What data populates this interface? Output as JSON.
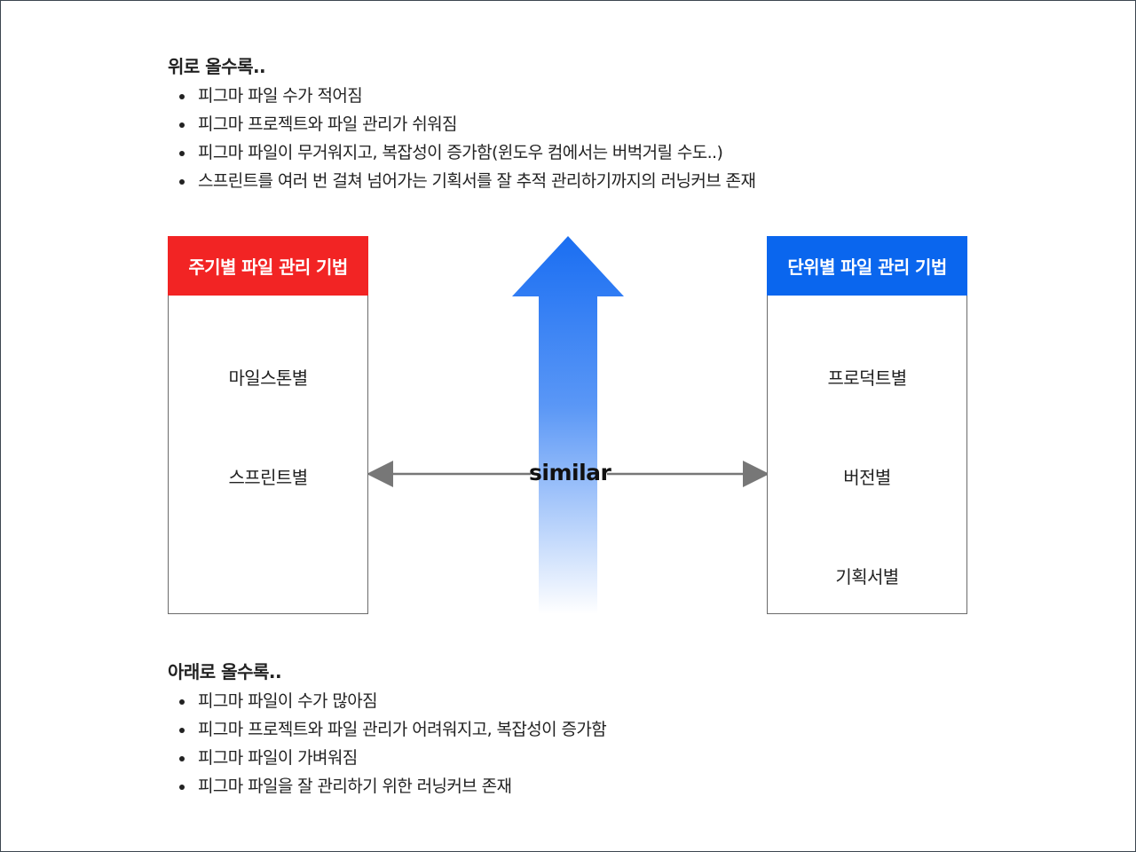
{
  "top_notes": {
    "heading": "위로 올수록..",
    "items": [
      "피그마 파일 수가 적어짐",
      "피그마 프로젝트와 파일 관리가 쉬워짐",
      "피그마 파일이 무거워지고, 복잡성이 증가함(윈도우 컴에서는 버벅거릴 수도..)",
      "스프린트를 여러 번 걸쳐 넘어가는 기획서를 잘 추적 관리하기까지의 러닝커브 존재"
    ]
  },
  "left_box": {
    "title": "주기별 파일 관리 기법",
    "header_color": "#f22424",
    "items": [
      "마일스톤별",
      "스프린트별"
    ]
  },
  "right_box": {
    "title": "단위별 파일 관리 기법",
    "header_color": "#0a66ee",
    "items": [
      "프로덕트별",
      "버전별",
      "기획서별"
    ]
  },
  "center": {
    "relation_label": "similar",
    "arrow_color_top": "#1a6ef2",
    "arrow_color_bottom": "#ffffff",
    "connector_color": "#777777"
  },
  "bottom_notes": {
    "heading": "아래로 올수록..",
    "items": [
      "피그마 파일이 수가 많아짐",
      "피그마 프로젝트와 파일 관리가 어려워지고, 복잡성이 증가함",
      "피그마 파일이 가벼워짐",
      "피그마 파일을 잘 관리하기 위한 러닝커브 존재"
    ]
  }
}
